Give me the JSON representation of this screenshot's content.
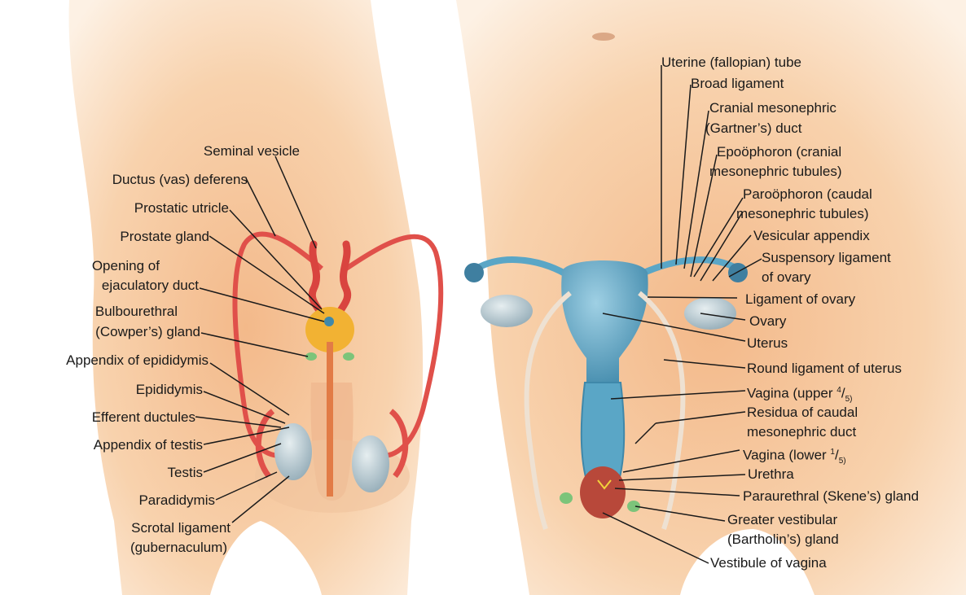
{
  "male_labels": {
    "seminal_vesicle": "Seminal vesicle",
    "ductus_deferens": "Ductus (vas) deferens",
    "prostatic_utricle": "Prostatic utricle",
    "prostate_gland": "Prostate gland",
    "opening_ejaculatory_1": "Opening of",
    "opening_ejaculatory_2": "ejaculatory duct",
    "bulbourethral_1": "Bulbourethral",
    "bulbourethral_2": "(Cowper’s) gland",
    "appendix_epididymis": "Appendix of epididymis",
    "epididymis": "Epididymis",
    "efferent_ductules": "Efferent ductules",
    "appendix_testis": "Appendix of testis",
    "testis": "Testis",
    "paradidymis": "Paradidymis",
    "scrotal_ligament_1": "Scrotal ligament",
    "scrotal_ligament_2": "(gubernaculum)"
  },
  "female_labels": {
    "uterine_tube": "Uterine (fallopian) tube",
    "broad_ligament": "Broad ligament",
    "cranial_mesonephric_1": "Cranial mesonephric",
    "cranial_mesonephric_2": "(Gartner’s) duct",
    "epoophoron_1": "Epoöphoron (cranial",
    "epoophoron_2": "mesonephric tubules)",
    "paroophoron_1": "Paroöphoron (caudal",
    "paroophoron_2": "mesonephric tubules)",
    "vesicular_appendix": "Vesicular appendix",
    "suspensory_1": "Suspensory ligament",
    "suspensory_2": "of ovary",
    "ligament_of_ovary": "Ligament of ovary",
    "ovary": "Ovary",
    "uterus": "Uterus",
    "round_ligament": "Round ligament of uterus",
    "vagina_upper": "Vagina (upper",
    "vagina_upper_num": "4",
    "vagina_upper_den": "5)",
    "residua_1": "Residua of caudal",
    "residua_2": "mesonephric duct",
    "vagina_lower": "Vagina (lower",
    "vagina_lower_num": "1",
    "vagina_lower_den": "5)",
    "urethra": "Urethra",
    "paraurethral": "Paraurethral (Skene’s) gland",
    "greater_vestibular_1": "Greater vestibular",
    "greater_vestibular_2": "(Bartholin’s) gland",
    "vestibule": "Vestibule of vagina"
  },
  "colors": {
    "skin": "#f6c9a0",
    "duct_red": "#e0504a",
    "organ_blue": "#5aa6c6",
    "gland_green": "#7cc47a",
    "prostate_yellow": "#f2b233",
    "leader": "#1a1a1a"
  }
}
